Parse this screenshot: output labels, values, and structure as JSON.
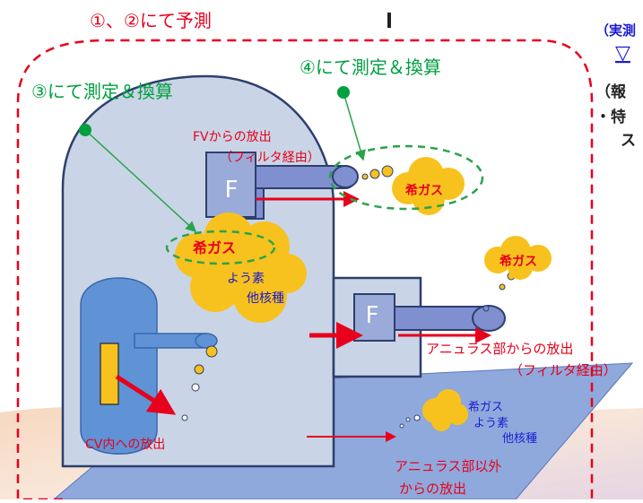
{
  "labels": {
    "predict_title": "①、②にて予測",
    "measure3": "③にて測定＆換算",
    "measure4": "④にて測定＆換算",
    "fv_release_line1": "FVからの放出",
    "fv_release_line2": "（フィルタ経由）",
    "filter_letter": "F",
    "noble_gas": "希ガス",
    "iodine": "よう素",
    "other_nuclides": "他核種",
    "annulus_release_line1": "アニュラス部からの放出",
    "annulus_release_line2": "（フィルタ経由）",
    "cv_release": "CV内への放出",
    "non_annulus_line1": "アニュラス部以外",
    "non_annulus_line2": "からの放出",
    "right_header": "（実測",
    "right_triangle": "▽",
    "right_paren": "（報",
    "right_bullet": "・特",
    "right_tail": "ス"
  },
  "colors": {
    "red_text": "#e8001c",
    "blue_text": "#1b1bd0",
    "green": "#00a040",
    "building": "#c9d5e6",
    "building_stroke": "#2e3f6e",
    "cloud": "#f7c21e",
    "vessel": "#5f93d6",
    "filter": "#7f8fd0",
    "ground": "#8fa9dc"
  }
}
